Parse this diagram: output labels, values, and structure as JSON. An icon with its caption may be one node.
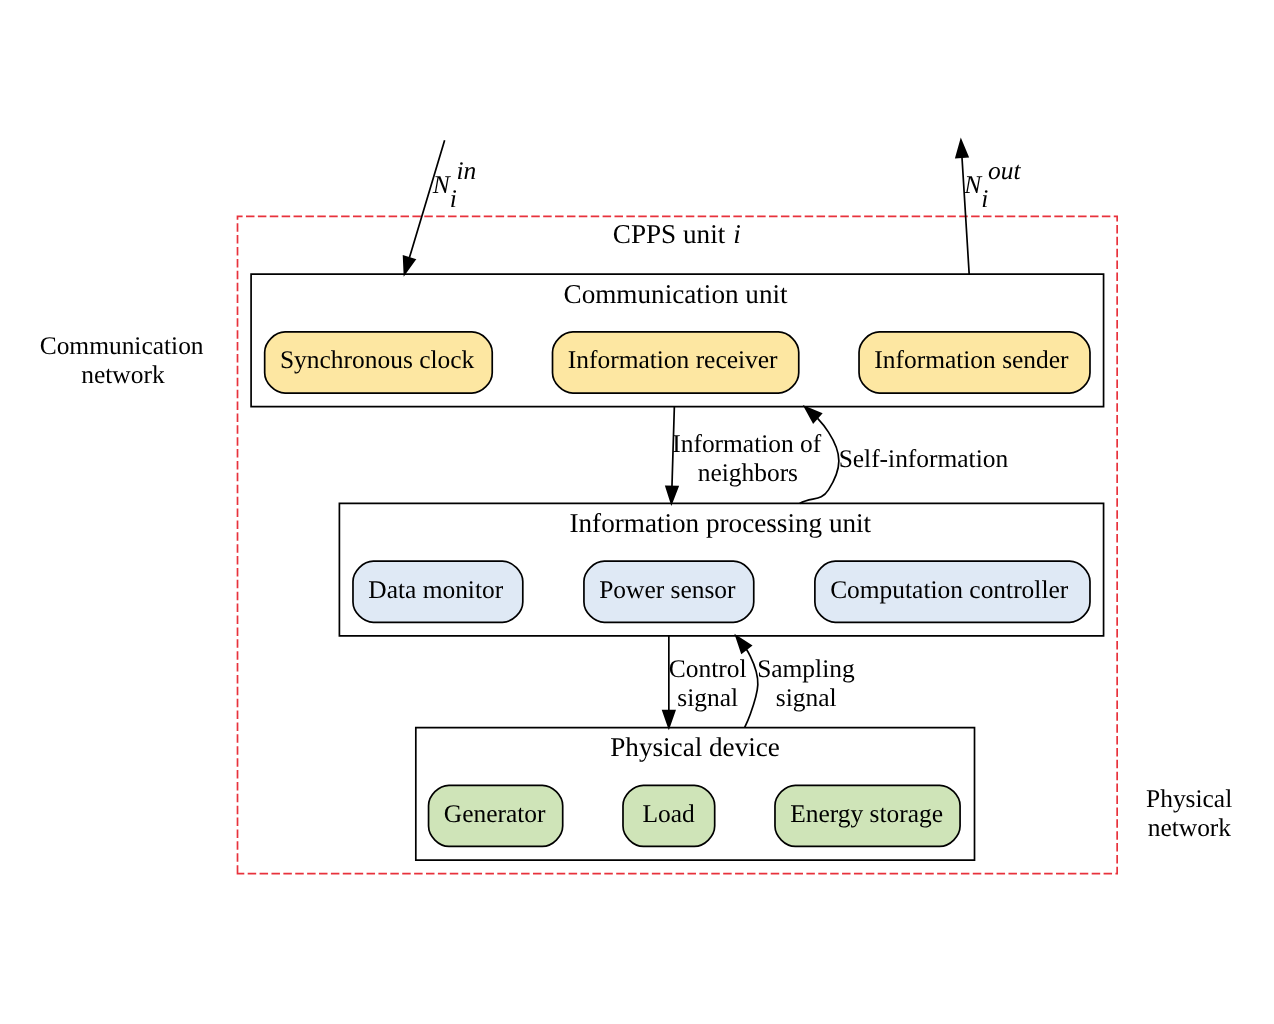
{
  "diagram": {
    "nodes": [
      {
        "text": [
          "CPPS unit *i*"
        ]
      },
      {
        "text": [
          "Communication unit"
        ],
        "in": 0
      },
      {
        "text": [
          "Synchronous clock"
        ],
        "in": 1
      },
      {
        "text": [
          "Information receiver"
        ],
        "in": 1
      },
      {
        "text": [
          "Information sender"
        ],
        "in": 1
      },
      {
        "text": [
          "Information processing unit"
        ],
        "in": 0
      },
      {
        "text": [
          "Data monitor"
        ],
        "in": 5
      },
      {
        "text": [
          "Power sensor"
        ],
        "in": 5
      },
      {
        "text": [
          "Computation controller"
        ],
        "in": 5
      },
      {
        "text": [
          "Physical device"
        ],
        "in": 0
      },
      {
        "text": [
          "Generator"
        ],
        "in": 9
      },
      {
        "text": [
          "Load"
        ],
        "in": 9
      },
      {
        "text": [
          "Energy storage"
        ],
        "in": 9
      }
    ],
    "edges": [
      {
        "from": null,
        "to": 1,
        "arrow": "to",
        "label": "*N*$_{i}$$^{in}$"
      },
      {
        "from": 1,
        "to": null,
        "arrow": "to",
        "label": "*N*$_{i}$$^{out}$"
      },
      {
        "from": 1,
        "to": 5,
        "arrow": "to",
        "label": "Information of neighbors"
      },
      {
        "from": 5,
        "to": 1,
        "arrow": "to",
        "label": "Self-information"
      },
      {
        "from": 5,
        "to": 9,
        "arrow": "to",
        "label": "Control signal"
      },
      {
        "from": 9,
        "to": 5,
        "arrow": "to",
        "label": "Sampling signal"
      }
    ],
    "labels": [
      "Communication network",
      "Physical network"
    ]
  }
}
